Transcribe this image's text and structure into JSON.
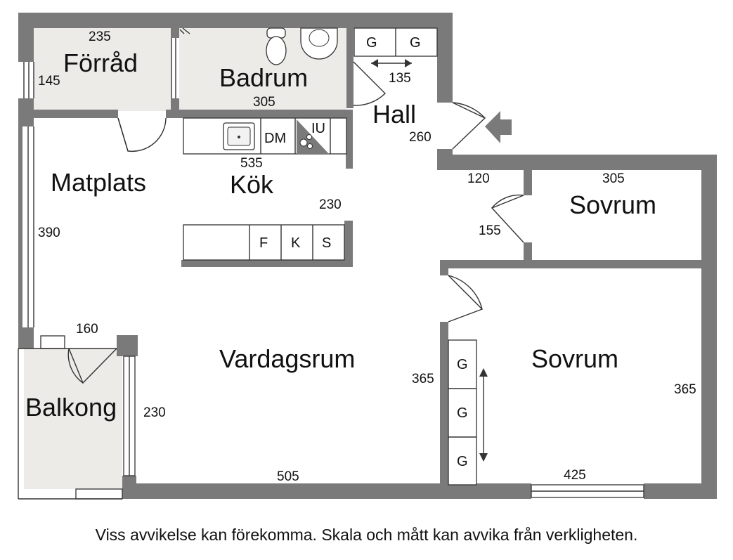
{
  "rooms": {
    "forrad": "Förråd",
    "badrum": "Badrum",
    "hall": "Hall",
    "matplats": "Matplats",
    "kok": "Kök",
    "sovrum1": "Sovrum",
    "sovrum2": "Sovrum",
    "vardagsrum": "Vardagsrum",
    "balkong": "Balkong"
  },
  "dimensions": {
    "forrad_width": "235",
    "forrad_depth": "145",
    "badrum_width": "305",
    "hall_closet": "135",
    "hall_depth": "260",
    "kok_width": "535",
    "kok_depth": "230",
    "matplats_depth": "390",
    "sovrum1_top": "120",
    "sovrum1_width": "305",
    "sovrum1_side": "155",
    "balkong_width": "160",
    "balkong_depth": "230",
    "vardagsrum_width": "505",
    "sovrum2_left": "365",
    "sovrum2_right": "365",
    "sovrum2_width": "425"
  },
  "fixtures": {
    "hall_g1": "G",
    "hall_g2": "G",
    "dm": "DM",
    "iu": "IU",
    "f": "F",
    "k": "K",
    "s": "S",
    "sov_g1": "G",
    "sov_g2": "G",
    "sov_g3": "G"
  },
  "footer": "Viss avvikelse kan förekomma. Skala och mått kan avvika från verkligheten.",
  "colors": {
    "wall": "#7a7a7a",
    "wet_floor": "#ecebe8",
    "entry_arrow": "#7a7a7a"
  }
}
